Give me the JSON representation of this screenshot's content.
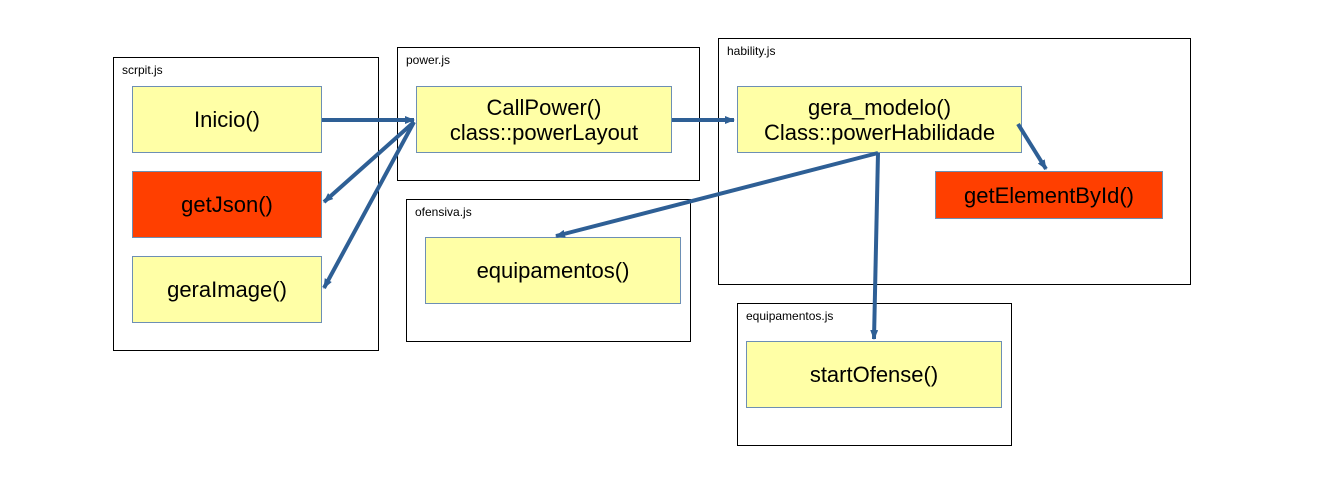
{
  "colors": {
    "box_fill": "#ffffa6",
    "box_error_fill": "#ff3f00",
    "box_border": "#6d8fb4",
    "arrow": "#2e5f95"
  },
  "files": {
    "scrpit": {
      "label": "scrpit.js"
    },
    "power": {
      "label": "power.js"
    },
    "hability": {
      "label": "hability.js"
    },
    "ofensiva": {
      "label": "ofensiva.js"
    },
    "equipamentos": {
      "label": "equipamentos.js"
    }
  },
  "functions": {
    "inicio": {
      "line1": "Inicio()"
    },
    "getjson": {
      "line1": "getJson()"
    },
    "geraimage": {
      "line1": "geraImage()"
    },
    "callpower": {
      "line1": "CallPower()",
      "line2": "class::powerLayout"
    },
    "gera_modelo": {
      "line1": "gera_modelo()",
      "line2": "Class::powerHabilidade"
    },
    "getelementbyid": {
      "line1": "getElementById()"
    },
    "equipamentos": {
      "line1": "equipamentos()"
    },
    "startofense": {
      "line1": "startOfense()"
    }
  },
  "edges": [
    {
      "from": "Inicio()",
      "to": "CallPower()"
    },
    {
      "from": "CallPower()",
      "to": "getJson()"
    },
    {
      "from": "CallPower()",
      "to": "geraImage()"
    },
    {
      "from": "CallPower()",
      "to": "gera_modelo()"
    },
    {
      "from": "gera_modelo()",
      "to": "getElementById()"
    },
    {
      "from": "gera_modelo()",
      "to": "equipamentos()"
    },
    {
      "from": "gera_modelo()",
      "to": "startOfense()"
    }
  ]
}
